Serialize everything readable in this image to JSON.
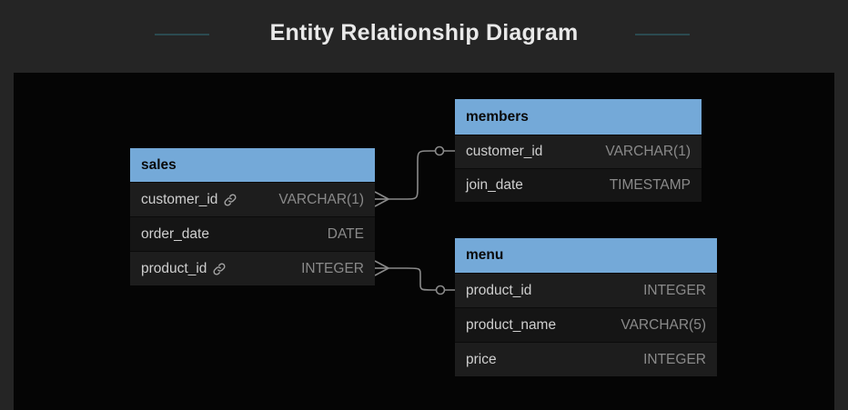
{
  "header": {
    "title": "Entity Relationship Diagram"
  },
  "colors": {
    "outer_background": "#252525",
    "canvas_background": "#050505",
    "entity_header": "#74a9d8",
    "entity_header_text": "#0a0a0a",
    "attribute_row_odd": "#1d1d1d",
    "attribute_row_even": "#151515",
    "attribute_name_text": "#cfcfcf",
    "attribute_type_text": "#8a8a8a",
    "relationship_line": "#8a8a8a",
    "title_text": "#e9e9e9",
    "title_accent_line": "#2b4a50"
  },
  "entities": [
    {
      "name": "sales",
      "attributes": [
        {
          "name": "customer_id",
          "type": "VARCHAR(1)",
          "has_link_icon": true
        },
        {
          "name": "order_date",
          "type": "DATE",
          "has_link_icon": false
        },
        {
          "name": "product_id",
          "type": "INTEGER",
          "has_link_icon": true
        }
      ]
    },
    {
      "name": "members",
      "attributes": [
        {
          "name": "customer_id",
          "type": "VARCHAR(1)",
          "has_link_icon": false
        },
        {
          "name": "join_date",
          "type": "TIMESTAMP",
          "has_link_icon": false
        }
      ]
    },
    {
      "name": "menu",
      "attributes": [
        {
          "name": "product_id",
          "type": "INTEGER",
          "has_link_icon": false
        },
        {
          "name": "product_name",
          "type": "VARCHAR(5)",
          "has_link_icon": false
        },
        {
          "name": "price",
          "type": "INTEGER",
          "has_link_icon": false
        }
      ]
    }
  ],
  "relationships": [
    {
      "from": "sales.customer_id",
      "to": "members.customer_id",
      "from_cardinality": "many",
      "to_cardinality": "zero-or-one"
    },
    {
      "from": "sales.product_id",
      "to": "menu.product_id",
      "from_cardinality": "many",
      "to_cardinality": "zero-or-one"
    }
  ]
}
